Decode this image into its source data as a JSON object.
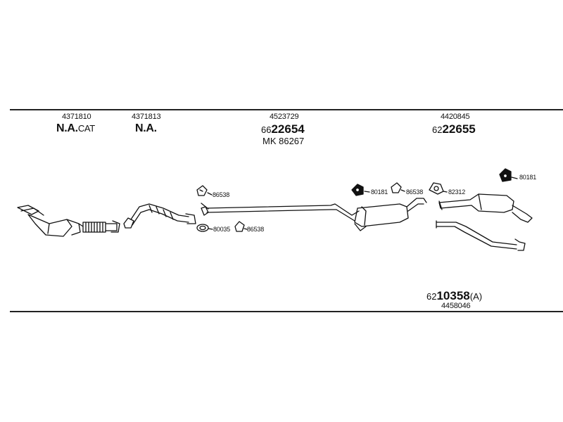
{
  "columns": [
    {
      "part_no": "4371810",
      "code": "N.A.",
      "code_suffix": "CAT"
    },
    {
      "part_no": "4371813",
      "code": "N.A.",
      "code_suffix": ""
    },
    {
      "part_no": "4523729",
      "code_prefix": "66",
      "code": "22654",
      "extra": "MK  86267"
    },
    {
      "part_no": "4420845",
      "code_prefix": "62",
      "code": "22655"
    }
  ],
  "parts": {
    "clamp_a": "86538",
    "gasket": "80035",
    "clamp_b": "86538",
    "hanger_a": "80181",
    "clamp_c": "86538",
    "bracket": "82312",
    "hanger_b": "80181"
  },
  "kit": {
    "code_prefix": "62",
    "code": "10358",
    "suffix": "(A)",
    "part_no": "4458046"
  }
}
